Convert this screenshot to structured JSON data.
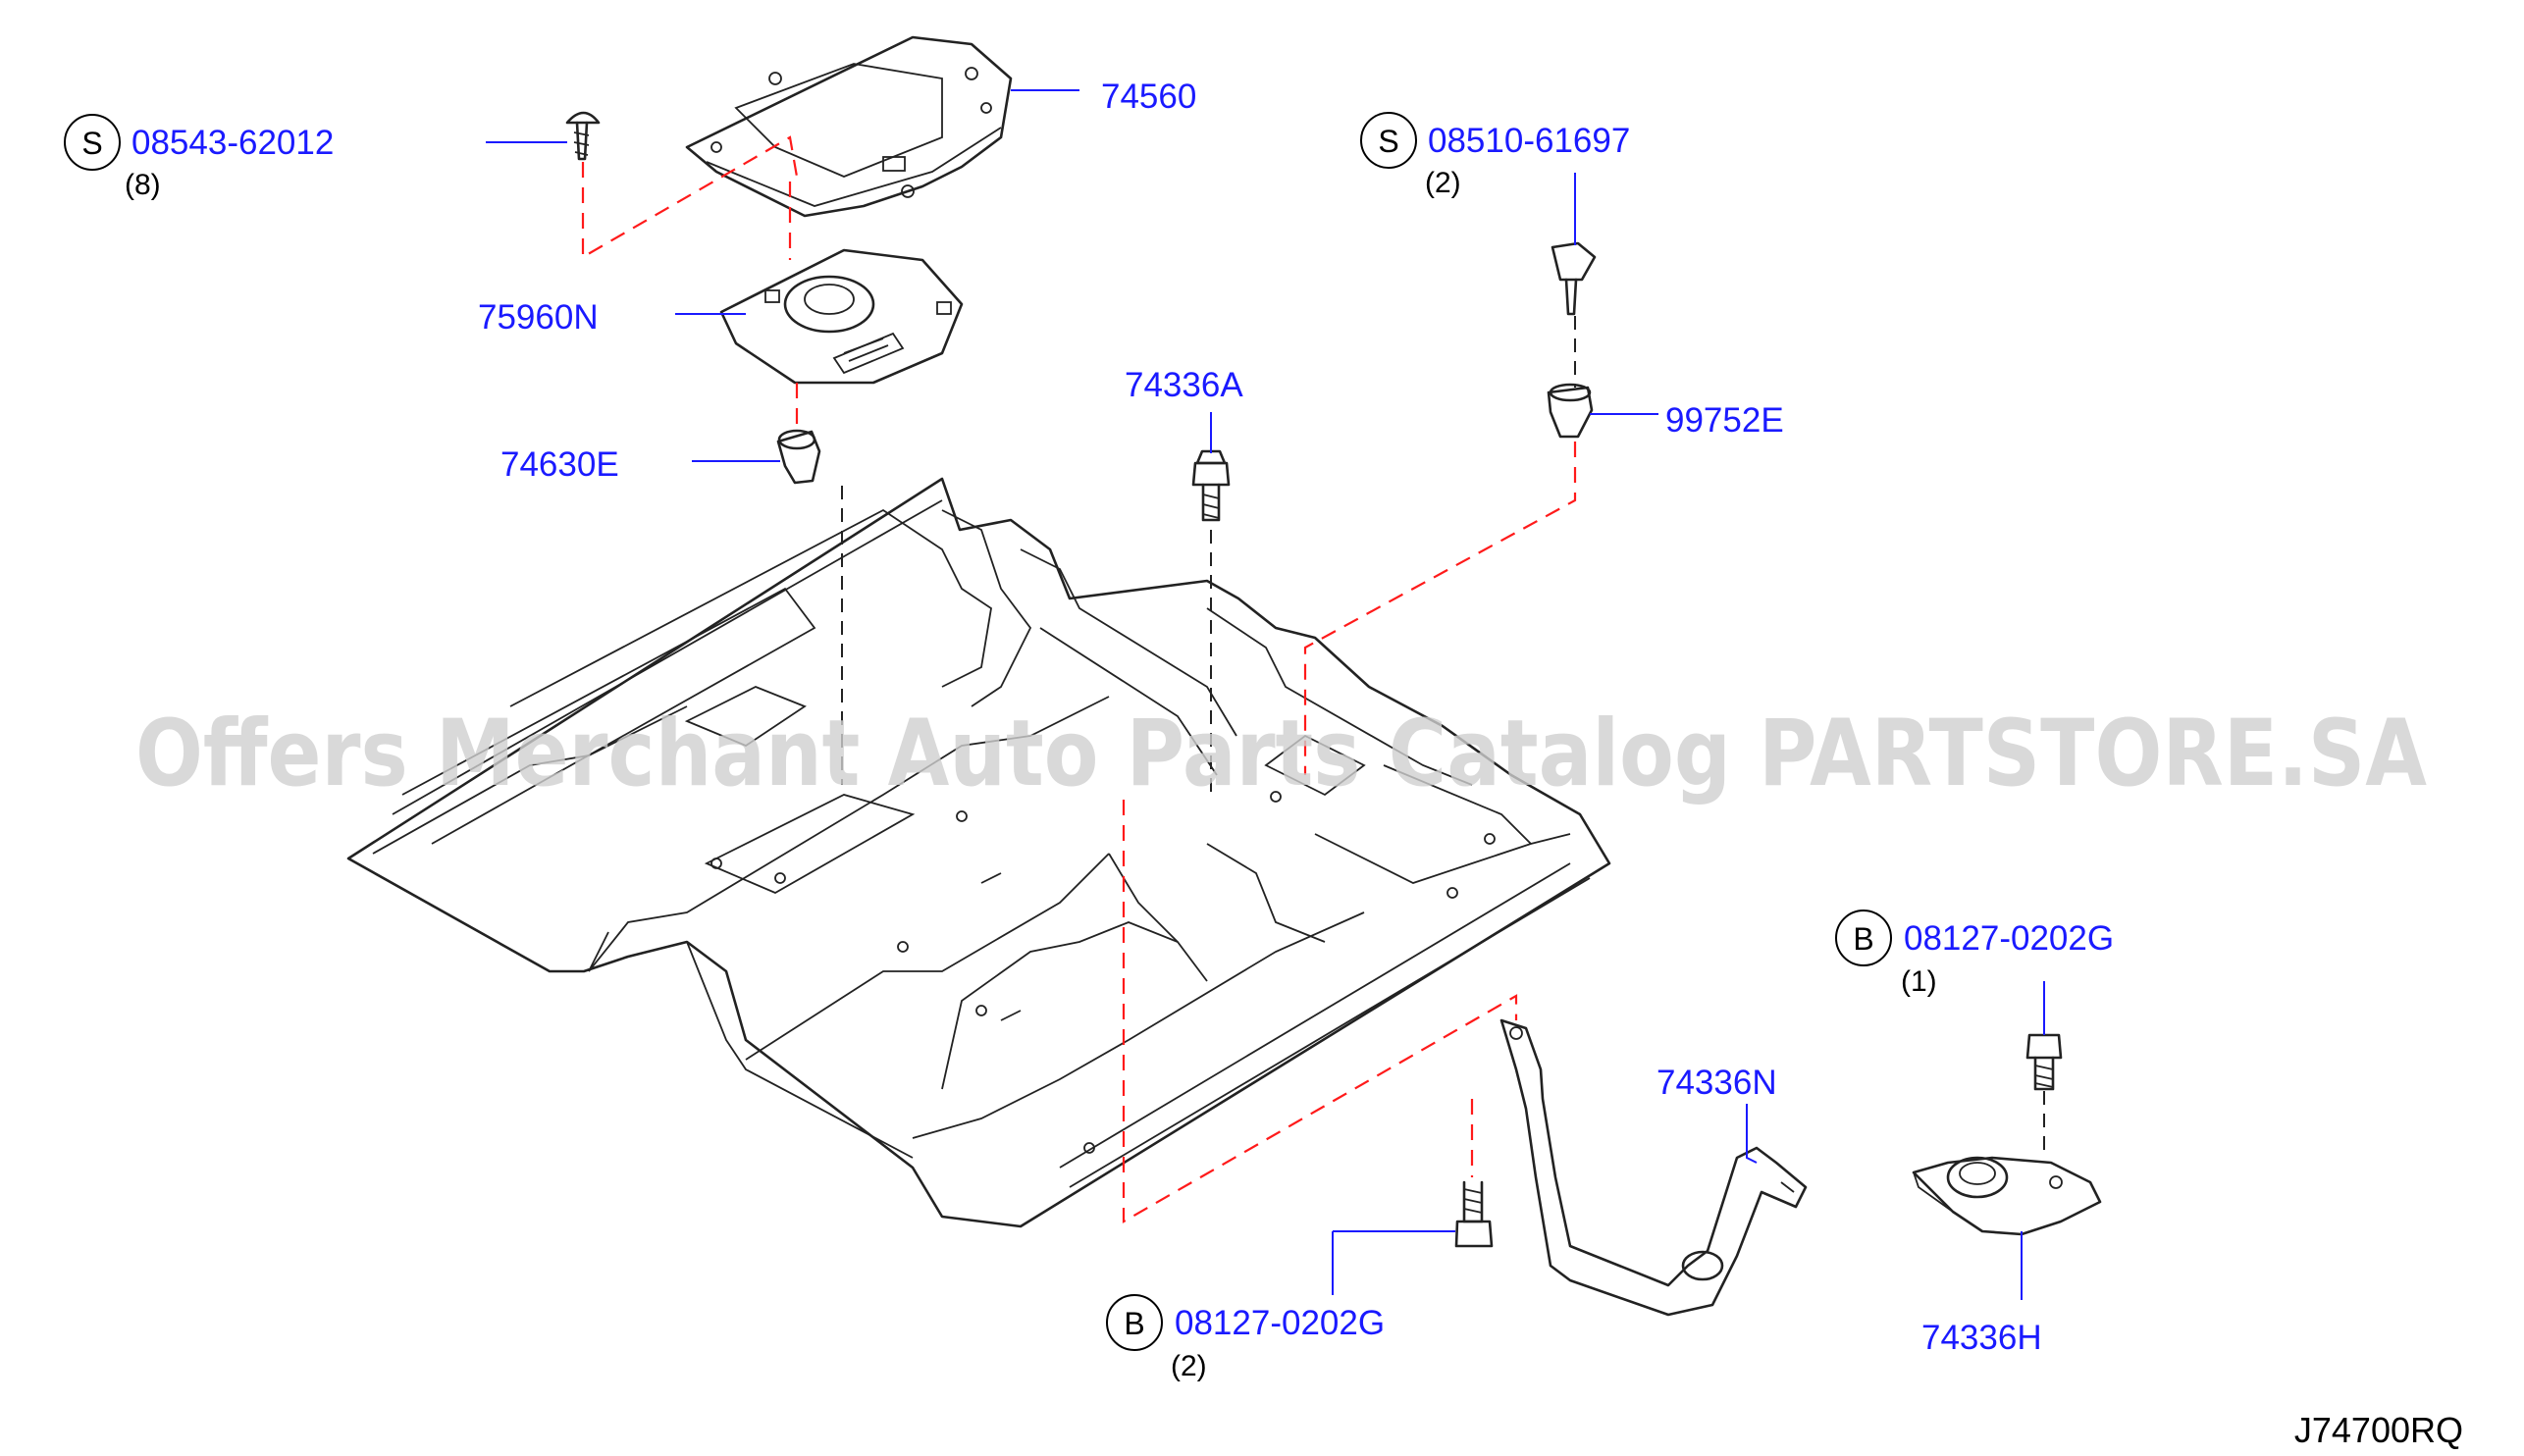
{
  "labels": {
    "p74560": "74560",
    "p75960N": "75960N",
    "p74630E": "74630E",
    "p74336A": "74336A",
    "p99752E": "99752E",
    "p74336N": "74336N",
    "p74336H": "74336H",
    "s1_code": "08543-62012",
    "s1_letter": "S",
    "s1_qty": "(8)",
    "s2_code": "08510-61697",
    "s2_letter": "S",
    "s2_qty": "(2)",
    "b1_code": "08127-0202G",
    "b1_letter": "B",
    "b1_qty": "(1)",
    "b2_code": "08127-0202G",
    "b2_letter": "B",
    "b2_qty": "(2)"
  },
  "diagram_code": "J74700RQ",
  "watermark": "Offers Merchant Auto Parts Catalog PARTSTORE.SA",
  "colors": {
    "part_number": "#1a1aff",
    "leader": "#1a1aff",
    "dashed_guide": "#ff1a1a",
    "line_art": "#222222",
    "watermark": "#cfcfcf"
  }
}
